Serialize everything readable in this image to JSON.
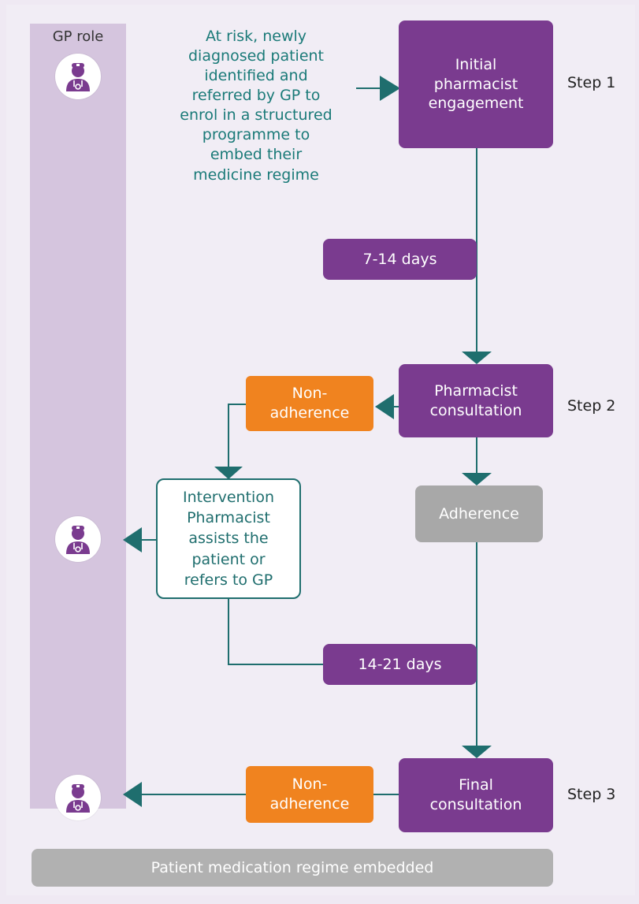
{
  "gp_role_label": "GP role",
  "intro_text": "At risk, newly\ndiagnosed patient\nidentified and\nreferred by GP to\nenrol in a structured\nprogramme to\nembed their\nmedicine regime",
  "steps": {
    "step1": "Step 1",
    "step2": "Step 2",
    "step3": "Step 3"
  },
  "nodes": {
    "initial_engagement": "Initial\npharmacist\nengagement",
    "interval_1": "7-14 days",
    "pharmacist_consultation": "Pharmacist\nconsultation",
    "non_adherence_1": "Non-\nadherence",
    "adherence": "Adherence",
    "intervention": "Intervention\nPharmacist\nassists the\npatient or\nrefers to GP",
    "interval_2": "14-21 days",
    "final_consultation": "Final\nconsultation",
    "non_adherence_2": "Non-\nadherence",
    "outcome": "Patient medication regime embedded"
  },
  "icons": [
    "doctor-icon",
    "doctor-icon",
    "doctor-icon"
  ],
  "colors": {
    "purple": "#7a3b8f",
    "orange": "#f0831f",
    "teal": "#1f6e6e",
    "grey": "#a8a8a8",
    "gp_column": "#d5c5de"
  }
}
